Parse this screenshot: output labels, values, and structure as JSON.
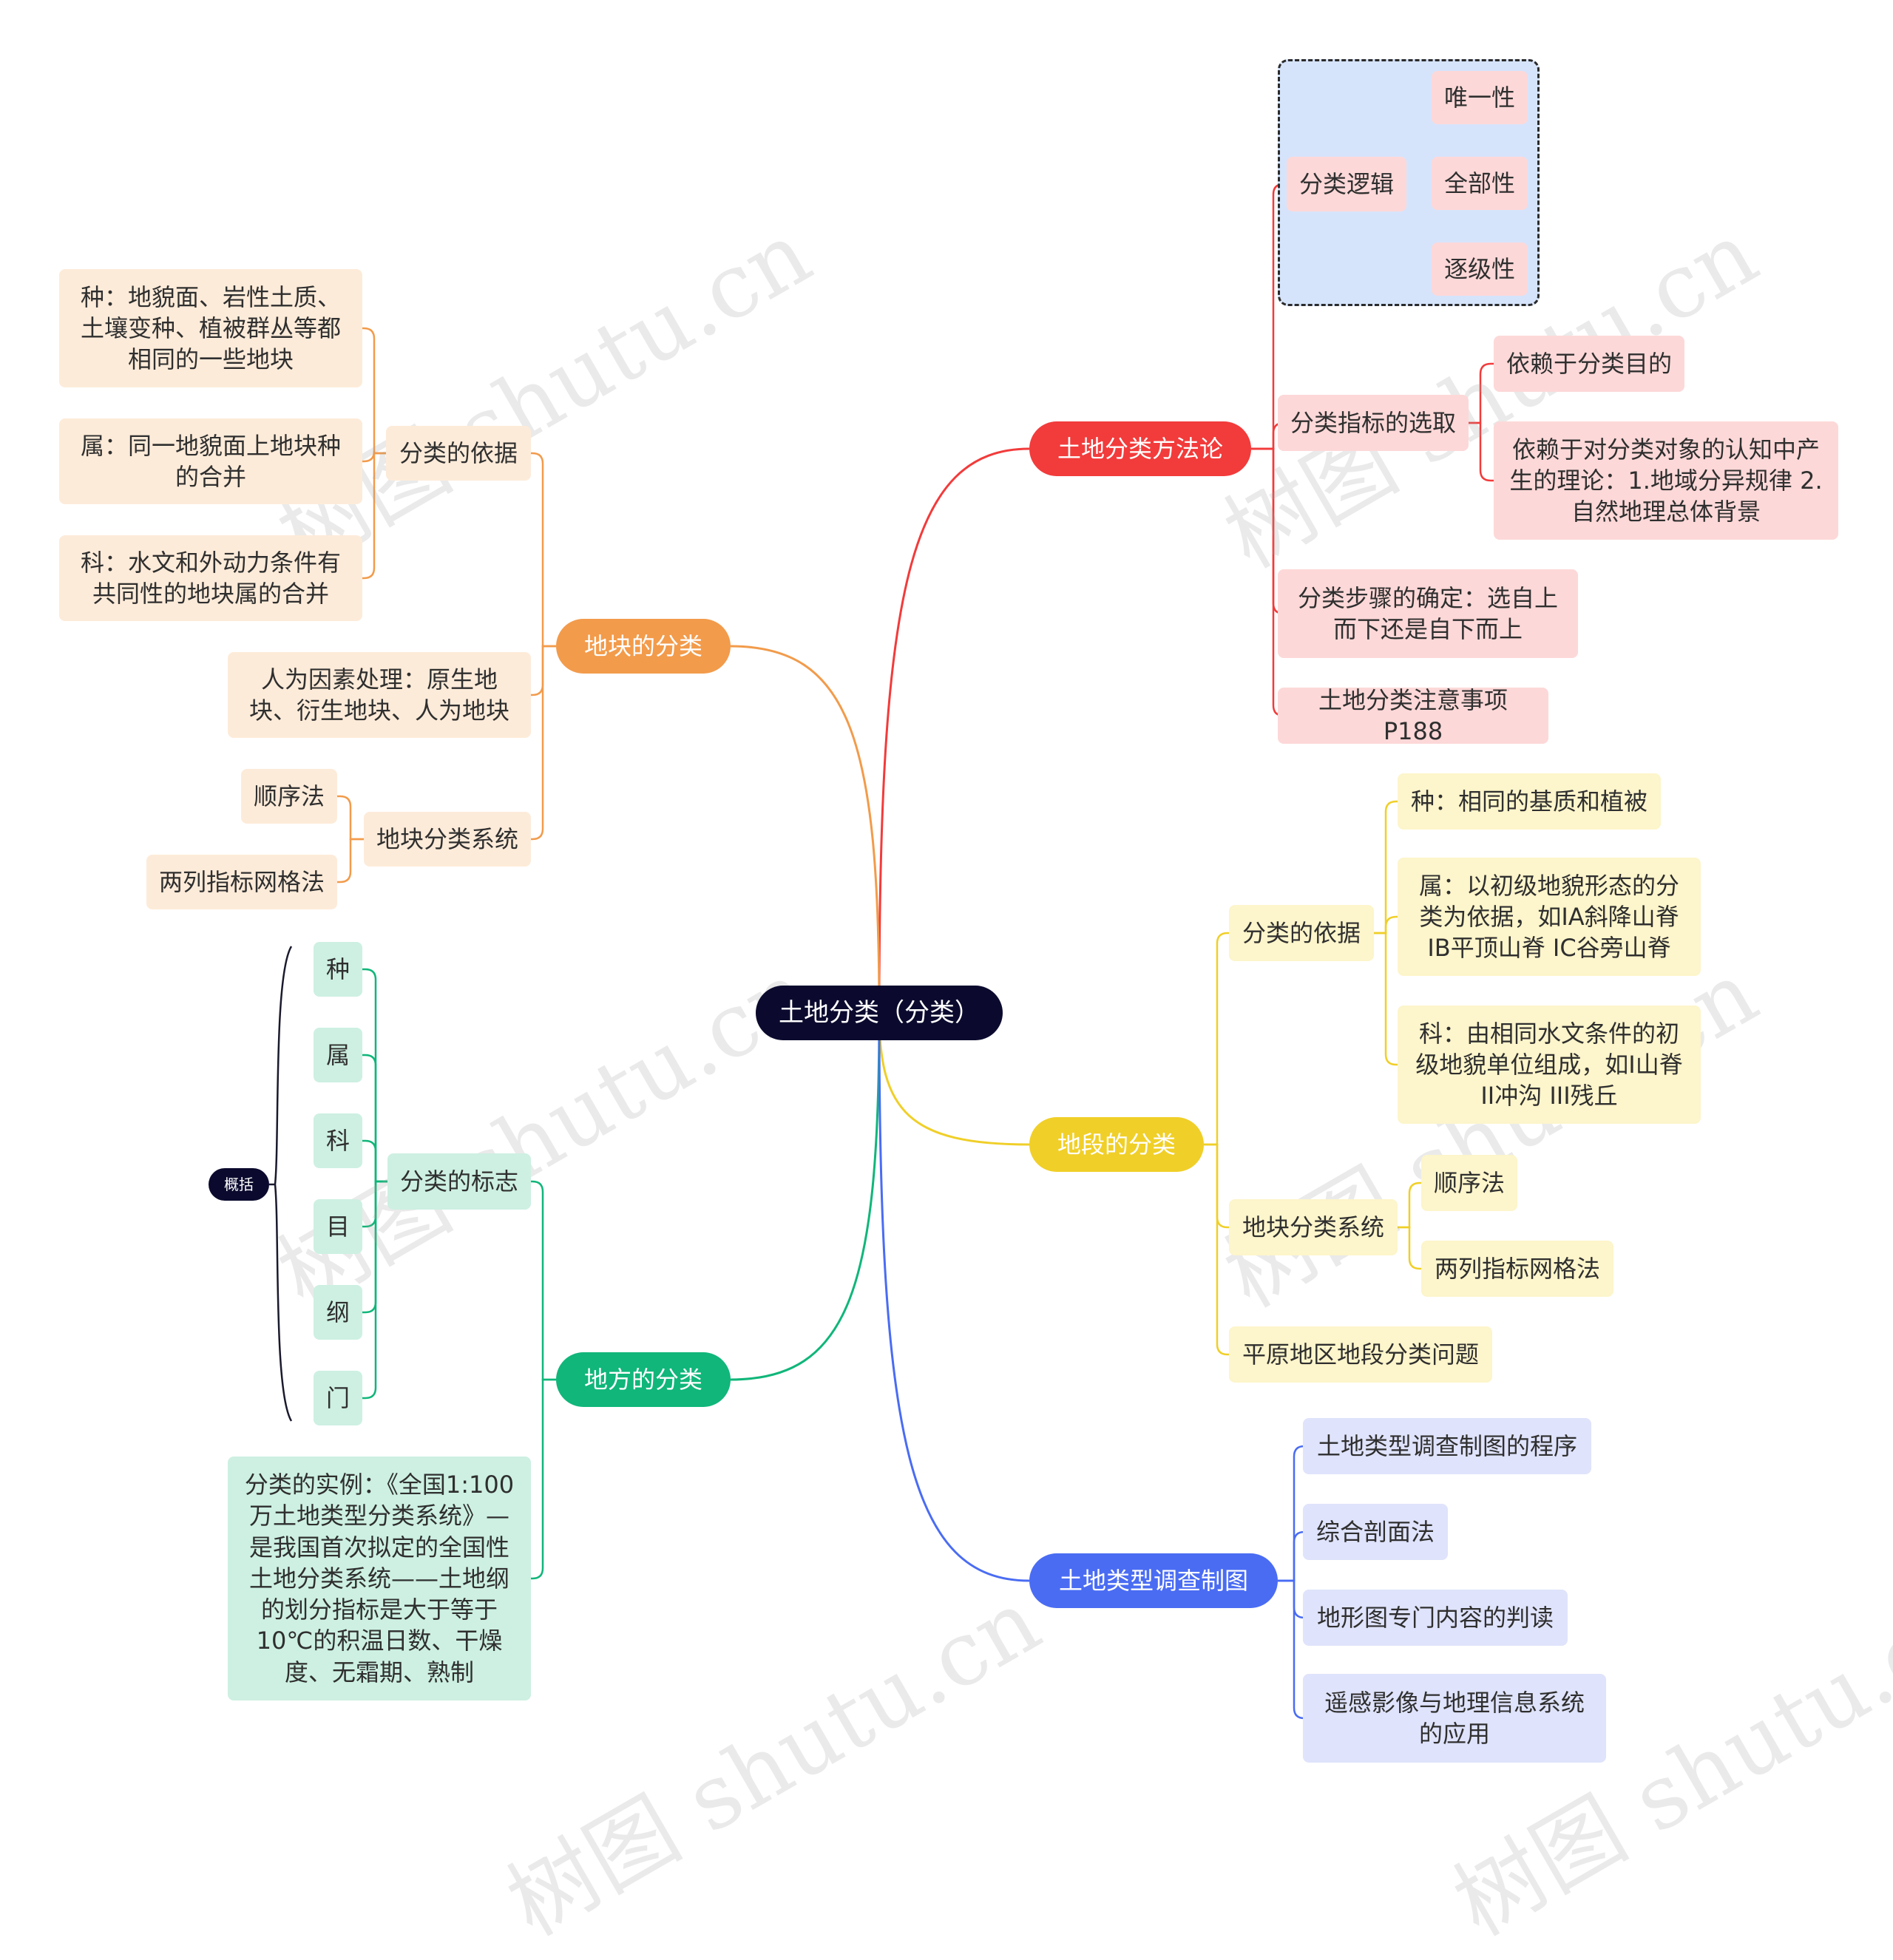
{
  "root": "土地分类（分类）",
  "summary_tag": "概括",
  "watermark": "树图 shutu.cn",
  "colors": {
    "root": "#0b0a2e",
    "branch_red": "#f23b3b",
    "branch_orange": "#f29b4b",
    "branch_yellow": "#f0cf28",
    "branch_green": "#10b67a",
    "branch_blue": "#4a6cf3",
    "boundary_fill": "#d6e4fb"
  },
  "branches": {
    "method": {
      "label": "土地分类方法论",
      "logic": {
        "label": "分类逻辑",
        "items": [
          "唯一性",
          "全部性",
          "逐级性"
        ]
      },
      "indicator": {
        "label": "分类指标的选取",
        "items": [
          "依赖于分类目的",
          "依赖于对分类对象的认知中产生的理论：1.地域分异规律 2.自然地理总体背景"
        ]
      },
      "steps": "分类步骤的确定：选自上而下还是自下而上",
      "notes": "土地分类注意事项P188"
    },
    "parcel": {
      "label": "地块的分类",
      "basis": {
        "label": "分类的依据",
        "items": [
          "种：地貌面、岩性土质、土壤变种、植被群丛等都相同的一些地块",
          "属：同一地貌面上地块种的合并",
          "科：水文和外动力条件有共同性的地块属的合并"
        ]
      },
      "human": "人为因素处理：原生地块、衍生地块、人为地块",
      "system": {
        "label": "地块分类系统",
        "items": [
          "顺序法",
          "两列指标网格法"
        ]
      }
    },
    "segment": {
      "label": "地段的分类",
      "basis": {
        "label": "分类的依据",
        "items": [
          "种：相同的基质和植被",
          "属：以初级地貌形态的分类为依据，如IA斜降山脊 IB平顶山脊 IC谷旁山脊",
          "科：由相同水文条件的初级地貌单位组成，如I山脊 II冲沟 III残丘"
        ]
      },
      "system": {
        "label": "地块分类系统",
        "items": [
          "顺序法",
          "两列指标网格法"
        ]
      },
      "plain": "平原地区地段分类问题"
    },
    "region": {
      "label": "地方的分类",
      "marks": {
        "label": "分类的标志",
        "items": [
          "种",
          "属",
          "科",
          "目",
          "纲",
          "门"
        ]
      },
      "example": "分类的实例：《全国1:100万土地类型分类系统》—是我国首次拟定的全国性土地分类系统——土地纲的划分指标是大于等于10℃的积温日数、干燥度、无霜期、熟制"
    },
    "survey": {
      "label": "土地类型调查制图",
      "items": [
        "土地类型调查制图的程序",
        "综合剖面法",
        "地形图专门内容的判读",
        "遥感影像与地理信息系统的应用"
      ]
    }
  }
}
